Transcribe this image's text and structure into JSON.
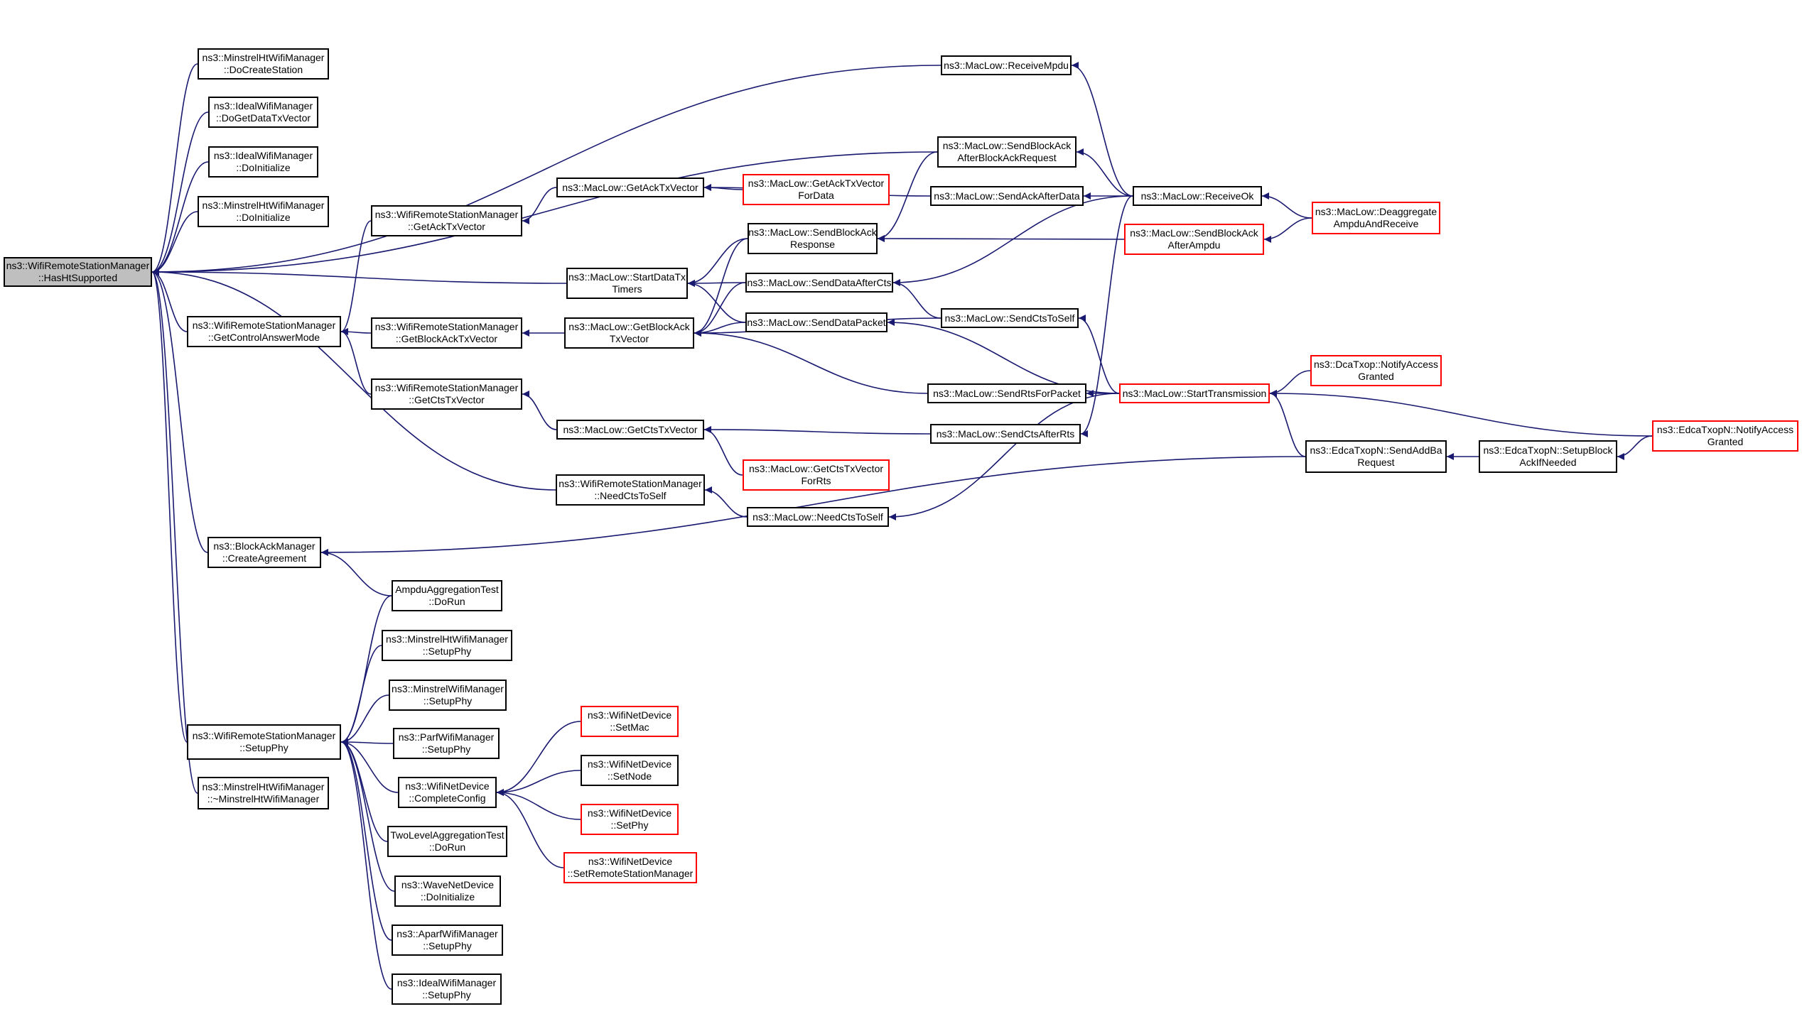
{
  "colors": {
    "edge": "#191970",
    "node_border": "#000000",
    "node_border_external": "#ff0000",
    "root_fill": "#bfbfbf"
  },
  "nodes": [
    {
      "id": "root",
      "lines": [
        "ns3::WifiRemoteStationManager",
        "::HasHtSupported"
      ],
      "root": true
    },
    {
      "id": "mhtCreate",
      "lines": [
        "ns3::MinstrelHtWifiManager",
        "::DoCreateStation"
      ]
    },
    {
      "id": "idealGetData",
      "lines": [
        "ns3::IdealWifiManager",
        "::DoGetDataTxVector"
      ]
    },
    {
      "id": "idealInit",
      "lines": [
        "ns3::IdealWifiManager",
        "::DoInitialize"
      ]
    },
    {
      "id": "mhtInit",
      "lines": [
        "ns3::MinstrelHtWifiManager",
        "::DoInitialize"
      ]
    },
    {
      "id": "getCtrl",
      "lines": [
        "ns3::WifiRemoteStationManager",
        "::GetControlAnswerMode"
      ]
    },
    {
      "id": "baCreate",
      "lines": [
        "ns3::BlockAckManager",
        "::CreateAgreement"
      ]
    },
    {
      "id": "setupPhy",
      "lines": [
        "ns3::WifiRemoteStationManager",
        "::SetupPhy"
      ]
    },
    {
      "id": "mhtDtor",
      "lines": [
        "ns3::MinstrelHtWifiManager",
        "::~MinstrelHtWifiManager"
      ]
    },
    {
      "id": "wrsmGetAck",
      "lines": [
        "ns3::WifiRemoteStationManager",
        "::GetAckTxVector"
      ]
    },
    {
      "id": "wrsmGetBA",
      "lines": [
        "ns3::WifiRemoteStationManager",
        "::GetBlockAckTxVector"
      ]
    },
    {
      "id": "wrsmGetCts",
      "lines": [
        "ns3::WifiRemoteStationManager",
        "::GetCtsTxVector"
      ]
    },
    {
      "id": "ampduTest",
      "lines": [
        "AmpduAggregationTest",
        "::DoRun"
      ]
    },
    {
      "id": "mhtSetup",
      "lines": [
        "ns3::MinstrelHtWifiManager",
        "::SetupPhy"
      ]
    },
    {
      "id": "mwSetup",
      "lines": [
        "ns3::MinstrelWifiManager",
        "::SetupPhy"
      ]
    },
    {
      "id": "parfSetup",
      "lines": [
        "ns3::ParfWifiManager",
        "::SetupPhy"
      ]
    },
    {
      "id": "wndComplete",
      "lines": [
        "ns3::WifiNetDevice",
        "::CompleteConfig"
      ]
    },
    {
      "id": "twoLevel",
      "lines": [
        "TwoLevelAggregationTest",
        "::DoRun"
      ]
    },
    {
      "id": "waveInit",
      "lines": [
        "ns3::WaveNetDevice",
        "::DoInitialize"
      ]
    },
    {
      "id": "aparfSetup",
      "lines": [
        "ns3::AparfWifiManager",
        "::SetupPhy"
      ]
    },
    {
      "id": "idealSetup",
      "lines": [
        "ns3::IdealWifiManager",
        "::SetupPhy"
      ]
    },
    {
      "id": "macGetAck",
      "lines": [
        "ns3::MacLow::GetAckTxVector"
      ]
    },
    {
      "id": "startData",
      "lines": [
        "ns3::MacLow::StartDataTx",
        "Timers"
      ]
    },
    {
      "id": "macGetBA",
      "lines": [
        "ns3::MacLow::GetBlockAck",
        "TxVector"
      ]
    },
    {
      "id": "macGetCts",
      "lines": [
        "ns3::MacLow::GetCtsTxVector"
      ]
    },
    {
      "id": "needCtsWrsm",
      "lines": [
        "ns3::WifiRemoteStationManager",
        "::NeedCtsToSelf"
      ]
    },
    {
      "id": "wndSetMac",
      "lines": [
        "ns3::WifiNetDevice",
        "::SetMac"
      ],
      "red": true
    },
    {
      "id": "wndSetNode",
      "lines": [
        "ns3::WifiNetDevice",
        "::SetNode"
      ]
    },
    {
      "id": "wndSetPhy",
      "lines": [
        "ns3::WifiNetDevice",
        "::SetPhy"
      ],
      "red": true
    },
    {
      "id": "wndSetRsm",
      "lines": [
        "ns3::WifiNetDevice",
        "::SetRemoteStationManager"
      ],
      "red": true
    },
    {
      "id": "getAckForData",
      "lines": [
        "ns3::MacLow::GetAckTxVector",
        "ForData"
      ],
      "red": true
    },
    {
      "id": "sendBAResp",
      "lines": [
        "ns3::MacLow::SendBlockAck",
        "Response"
      ]
    },
    {
      "id": "sendDataAfterCts",
      "lines": [
        "ns3::MacLow::SendDataAfterCts"
      ]
    },
    {
      "id": "sendDataPacket",
      "lines": [
        "ns3::MacLow::SendDataPacket"
      ]
    },
    {
      "id": "getCtsForRts",
      "lines": [
        "ns3::MacLow::GetCtsTxVector",
        "ForRts"
      ],
      "red": true
    },
    {
      "id": "macNeedCts",
      "lines": [
        "ns3::MacLow::NeedCtsToSelf"
      ]
    },
    {
      "id": "receiveMpdu",
      "lines": [
        "ns3::MacLow::ReceiveMpdu"
      ]
    },
    {
      "id": "sendBAAfterReq",
      "lines": [
        "ns3::MacLow::SendBlockAck",
        "AfterBlockAckRequest"
      ]
    },
    {
      "id": "sendAckAfterData",
      "lines": [
        "ns3::MacLow::SendAckAfterData"
      ]
    },
    {
      "id": "sendCtsToSelf",
      "lines": [
        "ns3::MacLow::SendCtsToSelf"
      ]
    },
    {
      "id": "sendRtsForPacket",
      "lines": [
        "ns3::MacLow::SendRtsForPacket"
      ]
    },
    {
      "id": "sendCtsAfterRts",
      "lines": [
        "ns3::MacLow::SendCtsAfterRts"
      ]
    },
    {
      "id": "receiveOk",
      "lines": [
        "ns3::MacLow::ReceiveOk"
      ]
    },
    {
      "id": "sendBAAfterAmpdu",
      "lines": [
        "ns3::MacLow::SendBlockAck",
        "AfterAmpdu"
      ],
      "red": true
    },
    {
      "id": "startTx",
      "lines": [
        "ns3::MacLow::StartTransmission"
      ],
      "red": true
    },
    {
      "id": "edcaSendAddBa",
      "lines": [
        "ns3::EdcaTxopN::SendAddBa",
        "Request"
      ]
    },
    {
      "id": "deaggregate",
      "lines": [
        "ns3::MacLow::Deaggregate",
        "AmpduAndReceive"
      ],
      "red": true
    },
    {
      "id": "dcaNotify",
      "lines": [
        "ns3::DcaTxop::NotifyAccess",
        "Granted"
      ],
      "red": true
    },
    {
      "id": "edcaSetupBA",
      "lines": [
        "ns3::EdcaTxopN::SetupBlock",
        "AckIfNeeded"
      ]
    },
    {
      "id": "edcaNotify",
      "lines": [
        "ns3::EdcaTxopN::NotifyAccess",
        "Granted"
      ],
      "red": true
    }
  ],
  "edges": [
    [
      "receiveMpdu",
      "root"
    ],
    [
      "mhtCreate",
      "root"
    ],
    [
      "idealGetData",
      "root"
    ],
    [
      "idealInit",
      "root"
    ],
    [
      "mhtInit",
      "root"
    ],
    [
      "sendBAAfterReq",
      "root"
    ],
    [
      "startData",
      "root"
    ],
    [
      "getCtrl",
      "root"
    ],
    [
      "needCtsWrsm",
      "root"
    ],
    [
      "baCreate",
      "root"
    ],
    [
      "setupPhy",
      "root"
    ],
    [
      "mhtDtor",
      "root"
    ],
    [
      "wrsmGetAck",
      "getCtrl"
    ],
    [
      "wrsmGetBA",
      "getCtrl"
    ],
    [
      "wrsmGetCts",
      "getCtrl"
    ],
    [
      "macGetAck",
      "wrsmGetAck"
    ],
    [
      "macGetBA",
      "wrsmGetBA"
    ],
    [
      "macGetCts",
      "wrsmGetCts"
    ],
    [
      "ampduTest",
      "baCreate"
    ],
    [
      "edcaSendAddBa",
      "baCreate"
    ],
    [
      "ampduTest",
      "setupPhy"
    ],
    [
      "mhtSetup",
      "setupPhy"
    ],
    [
      "mwSetup",
      "setupPhy"
    ],
    [
      "parfSetup",
      "setupPhy"
    ],
    [
      "wndComplete",
      "setupPhy"
    ],
    [
      "twoLevel",
      "setupPhy"
    ],
    [
      "waveInit",
      "setupPhy"
    ],
    [
      "aparfSetup",
      "setupPhy"
    ],
    [
      "idealSetup",
      "setupPhy"
    ],
    [
      "wndSetMac",
      "wndComplete"
    ],
    [
      "wndSetNode",
      "wndComplete"
    ],
    [
      "wndSetPhy",
      "wndComplete"
    ],
    [
      "wndSetRsm",
      "wndComplete"
    ],
    [
      "getAckForData",
      "macGetAck"
    ],
    [
      "sendAckAfterData",
      "macGetAck"
    ],
    [
      "sendBAResp",
      "startData"
    ],
    [
      "sendDataAfterCts",
      "startData"
    ],
    [
      "sendDataPacket",
      "startData"
    ],
    [
      "sendBAResp",
      "macGetBA"
    ],
    [
      "sendDataAfterCts",
      "macGetBA"
    ],
    [
      "sendDataPacket",
      "macGetBA"
    ],
    [
      "sendCtsToSelf",
      "macGetBA"
    ],
    [
      "sendRtsForPacket",
      "macGetBA"
    ],
    [
      "sendCtsAfterRts",
      "macGetCts"
    ],
    [
      "getCtsForRts",
      "macGetCts"
    ],
    [
      "macNeedCts",
      "needCtsWrsm"
    ],
    [
      "startTx",
      "macNeedCts"
    ],
    [
      "sendBAAfterReq",
      "sendBAResp"
    ],
    [
      "sendBAAfterAmpdu",
      "sendBAResp"
    ],
    [
      "receiveOk",
      "sendDataAfterCts"
    ],
    [
      "sendCtsToSelf",
      "sendDataAfterCts"
    ],
    [
      "startTx",
      "sendDataPacket"
    ],
    [
      "startTx",
      "sendCtsToSelf"
    ],
    [
      "startTx",
      "sendRtsForPacket"
    ],
    [
      "receiveOk",
      "receiveMpdu"
    ],
    [
      "receiveOk",
      "sendBAAfterReq"
    ],
    [
      "receiveOk",
      "sendAckAfterData"
    ],
    [
      "receiveOk",
      "sendCtsAfterRts"
    ],
    [
      "deaggregate",
      "receiveOk"
    ],
    [
      "deaggregate",
      "sendBAAfterAmpdu"
    ],
    [
      "dcaNotify",
      "startTx"
    ],
    [
      "edcaSendAddBa",
      "startTx"
    ],
    [
      "edcaNotify",
      "startTx"
    ],
    [
      "edcaSetupBA",
      "edcaSendAddBa"
    ],
    [
      "edcaNotify",
      "edcaSetupBA"
    ]
  ]
}
